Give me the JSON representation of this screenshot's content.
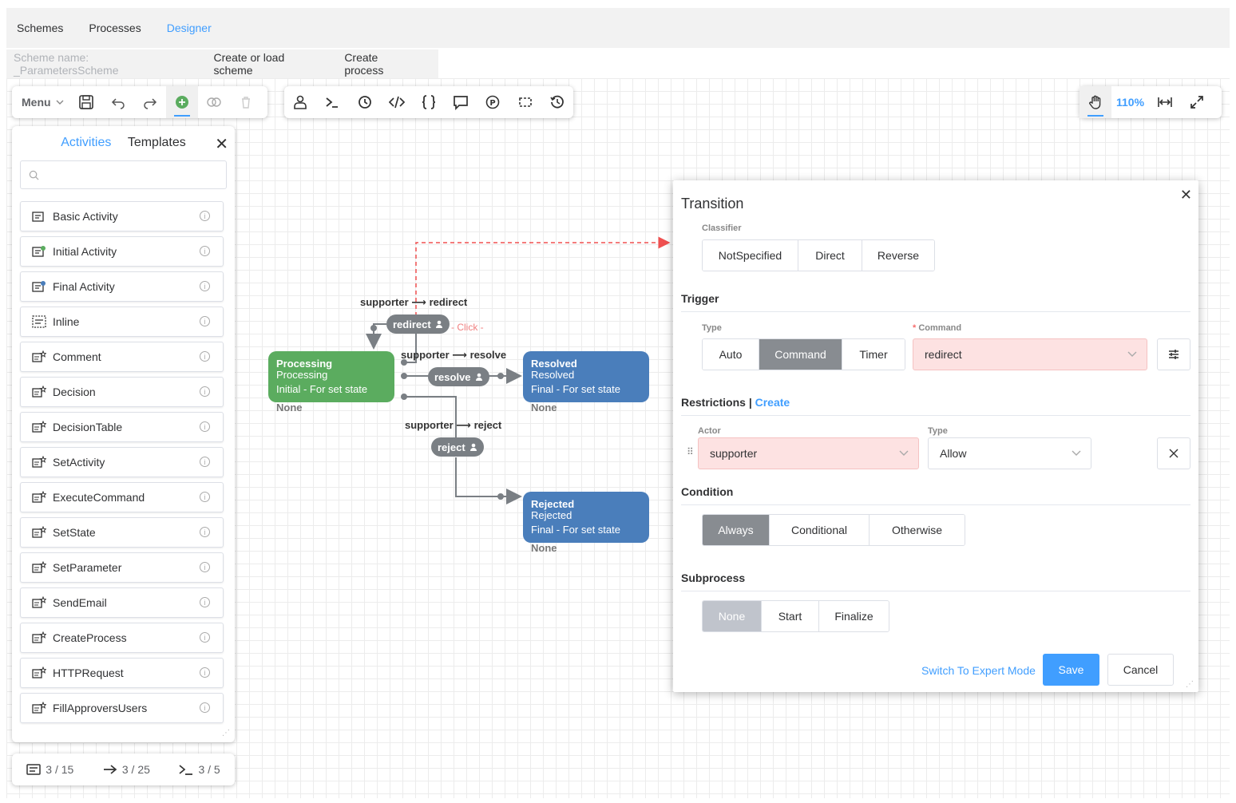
{
  "topnav": {
    "items": [
      "Schemes",
      "Processes",
      "Designer"
    ],
    "active": "Designer"
  },
  "subnav": {
    "scheme_name_placeholder": "Scheme name: _ParametersScheme",
    "create_load": "Create or load scheme",
    "create_process": "Create process"
  },
  "toolbar_left": {
    "menu_label": "Menu"
  },
  "toolbar_right": {
    "zoom": "110%"
  },
  "palette": {
    "tabs": [
      "Activities",
      "Templates"
    ],
    "active_tab": "Activities",
    "search_placeholder": "",
    "items": [
      {
        "label": "Basic Activity",
        "icon": "basic-activity-icon"
      },
      {
        "label": "Initial Activity",
        "icon": "initial-activity-icon"
      },
      {
        "label": "Final Activity",
        "icon": "final-activity-icon"
      },
      {
        "label": "Inline",
        "icon": "inline-icon"
      },
      {
        "label": "Comment",
        "icon": "comment-icon"
      },
      {
        "label": "Decision",
        "icon": "decision-icon"
      },
      {
        "label": "DecisionTable",
        "icon": "decision-table-icon"
      },
      {
        "label": "SetActivity",
        "icon": "set-activity-icon"
      },
      {
        "label": "ExecuteCommand",
        "icon": "execute-command-icon"
      },
      {
        "label": "SetState",
        "icon": "set-state-icon"
      },
      {
        "label": "SetParameter",
        "icon": "set-parameter-icon"
      },
      {
        "label": "SendEmail",
        "icon": "send-email-icon"
      },
      {
        "label": "CreateProcess",
        "icon": "create-process-icon"
      },
      {
        "label": "HTTPRequest",
        "icon": "http-request-icon"
      },
      {
        "label": "FillApproversUsers",
        "icon": "fill-approvers-icon"
      }
    ]
  },
  "statusbar": {
    "activities": "3 / 15",
    "transitions": "3 / 25",
    "commands": "3 / 5"
  },
  "diagram": {
    "nodes": {
      "processing": {
        "name": "Processing",
        "state": "Processing",
        "type": "Initial - For set state",
        "none": "None"
      },
      "resolved": {
        "name": "Resolved",
        "state": "Resolved",
        "type": "Final - For set state",
        "none": "None"
      },
      "rejected": {
        "name": "Rejected",
        "state": "Rejected",
        "type": "Final - For set state",
        "none": "None"
      }
    },
    "transitions": {
      "redirect": {
        "actor": "supporter",
        "arrow": "⟶",
        "command": "redirect",
        "pill": "redirect"
      },
      "resolve": {
        "actor": "supporter",
        "arrow": "⟶",
        "command": "resolve",
        "pill": "resolve"
      },
      "reject": {
        "actor": "supporter",
        "arrow": "⟶",
        "command": "reject",
        "pill": "reject"
      }
    },
    "click_label": "- Click -"
  },
  "dialog": {
    "title": "Transition",
    "classifier_label": "Classifier",
    "classifier_options": [
      "NotSpecified",
      "Direct",
      "Reverse"
    ],
    "trigger_title": "Trigger",
    "type_label": "Type",
    "type_options": [
      "Auto",
      "Command",
      "Timer"
    ],
    "type_selected": "Command",
    "command_label": "Command",
    "command_required": "*",
    "command_value": "redirect",
    "restrictions_title": "Restrictions",
    "restrictions_sep": "|",
    "restrictions_create": "Create",
    "actor_label": "Actor",
    "actor_value": "supporter",
    "rtype_label": "Type",
    "rtype_value": "Allow",
    "condition_title": "Condition",
    "condition_options": [
      "Always",
      "Conditional",
      "Otherwise"
    ],
    "condition_selected": "Always",
    "subprocess_title": "Subprocess",
    "subprocess_options": [
      "None",
      "Start",
      "Finalize"
    ],
    "subprocess_selected": "None",
    "expert_mode": "Switch To Expert Mode",
    "save": "Save",
    "cancel": "Cancel"
  },
  "colors": {
    "accent": "#409eff",
    "initial": "#5bac5f",
    "final": "#4a7ebb",
    "pill": "#7a7f84",
    "error_bg": "#fde2e2",
    "dashed": "#f05050"
  }
}
